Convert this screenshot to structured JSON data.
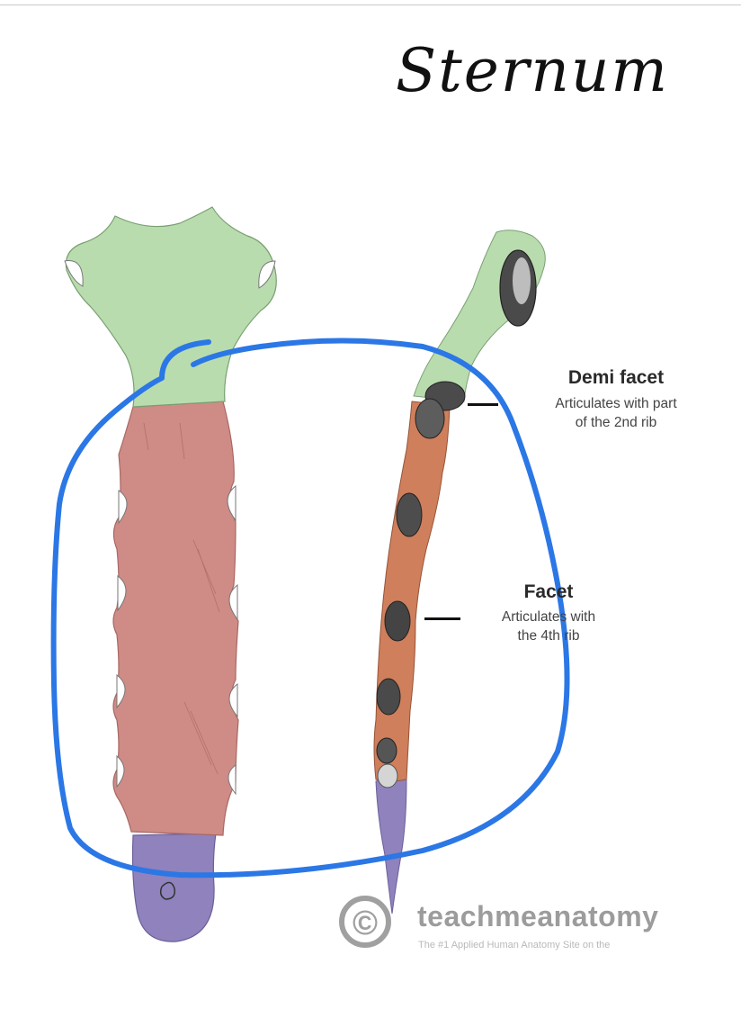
{
  "title": "Sternum",
  "labels": {
    "demi": {
      "title": "Demi facet",
      "lines": [
        "Articulates with part",
        "of the 2nd rib"
      ]
    },
    "facet": {
      "title": "Facet",
      "lines": [
        "Articulates with",
        "the 4th rib"
      ]
    }
  },
  "watermark": {
    "symbol": "©",
    "name": "teachmeanatomy",
    "tagline": "The #1 Applied Human Anatomy Site on the"
  },
  "colors": {
    "manubrium": "#b9dcae",
    "body": "#cf8b86",
    "body_lateral": "#cf7f5c",
    "xiphoid": "#8f82bd",
    "annotation_ink": "#2b77e6"
  }
}
